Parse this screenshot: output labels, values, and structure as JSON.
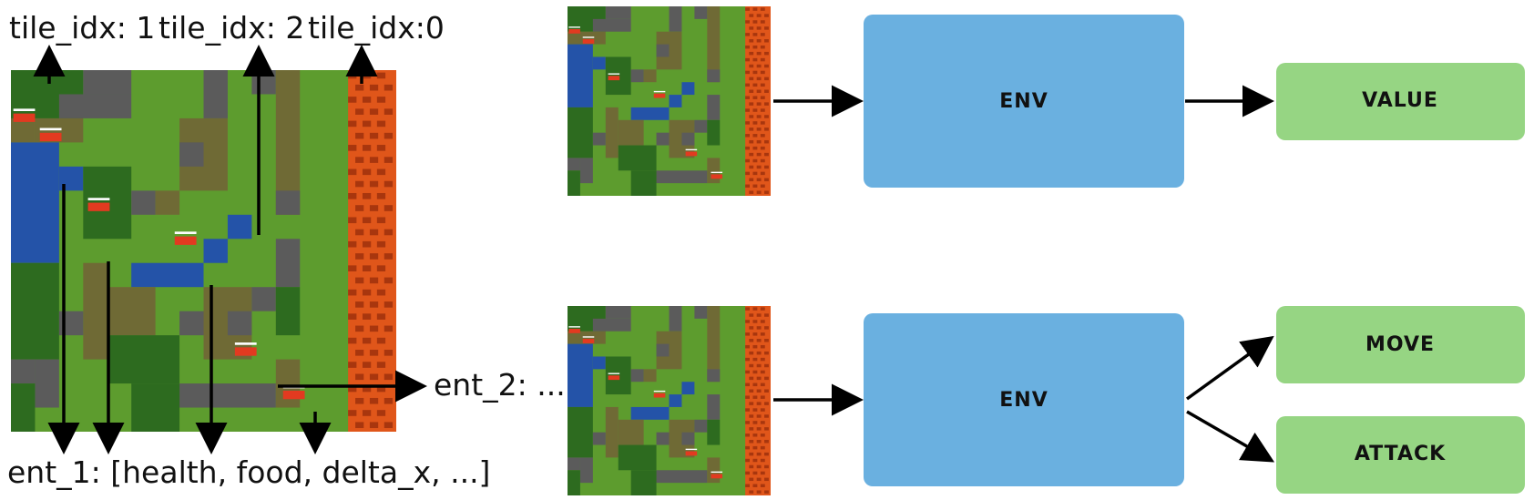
{
  "labels": {
    "tile_1": "tile_idx: 1",
    "tile_2": "tile_idx: 2",
    "tile_0": "tile_idx:0",
    "ent_2": "ent_2: ...",
    "ent_1": "ent_1: [health, food, delta_x, ...]"
  },
  "boxes": {
    "env_top": "ENV",
    "value": "VALUE",
    "env_bottom": "ENV",
    "move": "MOVE",
    "attack": "ATTACK"
  },
  "colors": {
    "env": "#6ab0e0",
    "output": "#96d583",
    "grass": "#5d9c2e",
    "grass_dark": "#4d8326",
    "forest": "#2d6b1f",
    "scrub": "#6f6a35",
    "stone": "#5b5b5b",
    "water": "#2453a8",
    "lava": "#e0561a",
    "lava_dark": "#a8360e",
    "agent": "#e23a20",
    "arrow": "#000000"
  }
}
